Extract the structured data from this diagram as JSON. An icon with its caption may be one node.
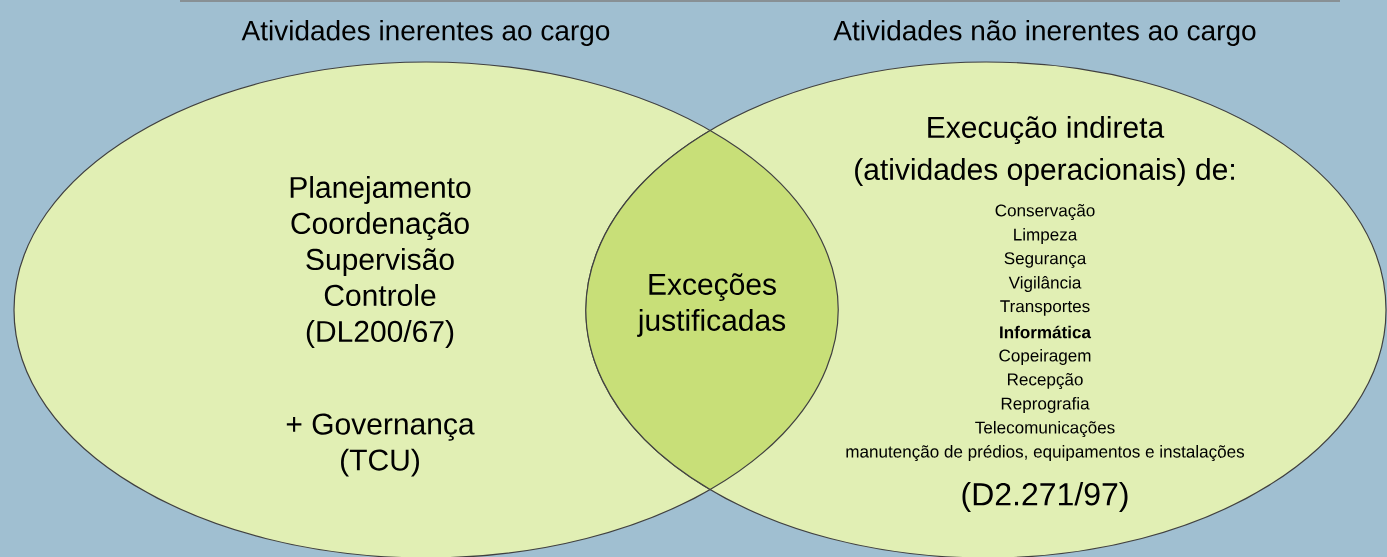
{
  "diagram": {
    "nodes": [
      {
        "text": [
          "Atividades inerentes ao cargo",
          "Planejamento Coordenação Supervisão Controle (DL200/67)",
          "+ Governança (TCU)"
        ]
      },
      {
        "text": [
          "Exceções justificadas"
        ]
      },
      {
        "text": [
          "Atividades não inerentes ao cargo",
          "Execução indireta",
          "(atividades operacionais) de:",
          "Conservação",
          "Limpeza",
          "Segurança",
          "Vigilância",
          "Transportes",
          "**Informática**",
          "Copeiragem",
          "Recepção",
          "Reprografia",
          "Telecomunicações",
          "manutenção de prédios, equipamentos e instalações",
          "(D2.271/97)"
        ]
      }
    ]
  }
}
